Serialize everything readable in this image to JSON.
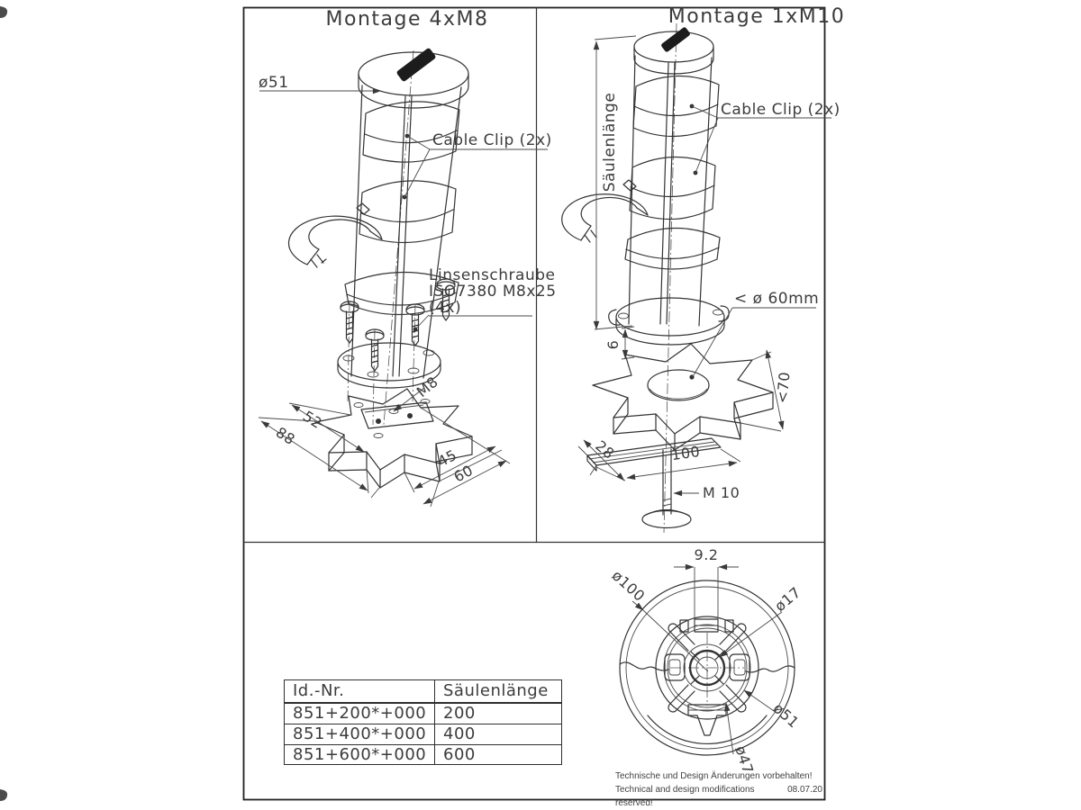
{
  "titles": {
    "left": "Montage 4xM8",
    "right": "Montage 1xM10"
  },
  "left_panel": {
    "dia_label": "ø51",
    "cable_clip": "Cable Clip (2x)",
    "screw_l1": "Linsenschraube",
    "screw_l2": "ISO7380 M8x25",
    "screw_l3": "(4x)",
    "dim_88": "88",
    "dim_52": "52",
    "dim_45": "45",
    "dim_60": "60",
    "thread": "M8"
  },
  "right_panel": {
    "column_length": "Säulenlänge",
    "cable_clip": "Cable Clip (2x)",
    "max_tube": "< ø 60mm",
    "dim_6": "6",
    "dim_70": "<70",
    "dim_28": "28",
    "dim_100": "100",
    "thread": "M 10"
  },
  "bottom_view": {
    "dim_slot": "9.2",
    "d100": "ø100",
    "d17": "ø17",
    "d51": "ø51",
    "d47": "ø47"
  },
  "table": {
    "headers": [
      "Id.-Nr.",
      "Säulenlänge"
    ],
    "rows": [
      [
        "851+200*+000",
        "200"
      ],
      [
        "851+400*+000",
        "400"
      ],
      [
        "851+600*+000",
        "600"
      ]
    ]
  },
  "footer": {
    "line_de": "Technische und Design Änderungen vorbehalten!",
    "line_en": "Technical and design modifications reserved!",
    "date": "08.07.20"
  },
  "colors": {
    "line": "#333333",
    "frame": "#222222",
    "logo": "#1c1c1c"
  }
}
